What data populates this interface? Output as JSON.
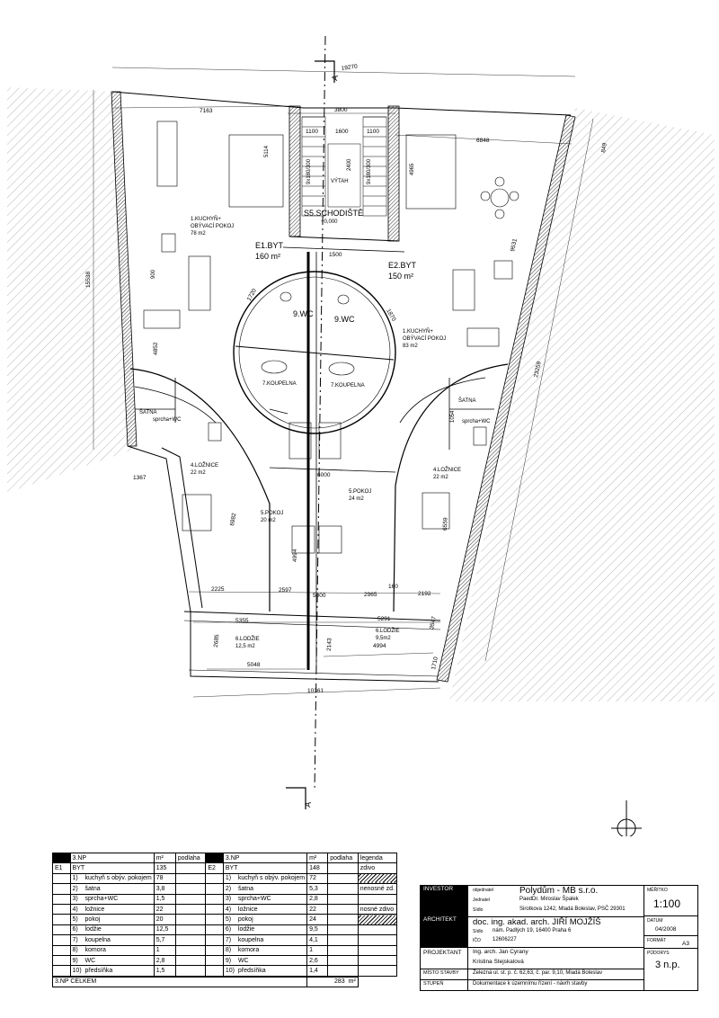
{
  "plan": {
    "section_letter": "A",
    "apartments": [
      {
        "label": "E1.BYT",
        "area": "160 m²"
      },
      {
        "label": "E2.BYT",
        "area": "150 m²"
      }
    ],
    "rooms": {
      "living1": [
        "1.KUCHYŇ+",
        "OBÝVACÍ POKOJ",
        "78 m2"
      ],
      "living2": [
        "1.KUCHYŇ+",
        "OBÝVACÍ POKOJ",
        "83 m2"
      ],
      "stair": "S5.SCHODIŠTĚ",
      "stair_level": "+0,000",
      "lift": "VÝTAH",
      "wc1": "9.WC",
      "wc2": "9.WC",
      "bath1": "7.KOUPELNA",
      "bath2": "7.KOUPELNA",
      "satna1": "ŠATNA",
      "satna2": "ŠATNA",
      "sprcha1": "sprcha+WC",
      "sprcha2": "sprcha+WC",
      "bed1": [
        "4.LOŽNICE",
        "22 m2"
      ],
      "bed2": [
        "4.LOŽNICE",
        "22 m2"
      ],
      "room1": [
        "5.POKOJ",
        "20 m2"
      ],
      "room2": [
        "5.POKOJ",
        "24 m2"
      ],
      "loggia1": [
        "6.LODŽIE",
        "12,5 m2"
      ],
      "loggia2": [
        "6.LODŽIE",
        "9,5m2"
      ]
    },
    "dims": {
      "top": "19270",
      "d7163": "7163",
      "d3800": "3800",
      "d6848": "6848",
      "d849": "849",
      "d1100a": "1100",
      "d1600": "1600",
      "d1100b": "1100",
      "d15538": "15538",
      "d23259": "23259",
      "d9531": "9531",
      "d4852": "4852",
      "d1367": "1367",
      "d6982": "6982",
      "d6559": "6559",
      "d2225": "2225",
      "d2597": "2597",
      "d5000": "5000",
      "d2965": "2965",
      "d2192": "2192",
      "d160": "160",
      "d5355": "5355",
      "d5291": "5291",
      "d2685": "2685",
      "d2143": "2143",
      "d4994": "4994",
      "d5048": "5048",
      "d1710": "1710",
      "d3547": "3547",
      "d10361": "10361",
      "d6000": "6000",
      "d4994v": "4994",
      "d1500": "1500",
      "d1720": "1720",
      "d1870": "1870",
      "stairL": "9x180/300",
      "stairR": "9x180/300",
      "d2400": "2400",
      "d5114": "5114",
      "d4965": "4965",
      "d900": "900",
      "d1054": "1054"
    }
  },
  "area_table": {
    "floor": "3.NP",
    "unit": "m²",
    "podlaha": "podlaha",
    "legend": "legenda",
    "legend_items": [
      "zdivo",
      "nenosné zd.",
      "nosné zdivo"
    ],
    "left": {
      "code": "E1",
      "byt": "BYT",
      "total": "135",
      "rows": [
        {
          "no": "1)",
          "name": "kuchyň s obýv. pokojem",
          "area": "78"
        },
        {
          "no": "2)",
          "name": "šatna",
          "area": "3,8"
        },
        {
          "no": "3)",
          "name": "sprcha+WC",
          "area": "1,5"
        },
        {
          "no": "4)",
          "name": "ložnice",
          "area": "22"
        },
        {
          "no": "5)",
          "name": "pokoj",
          "area": "20"
        },
        {
          "no": "6)",
          "name": "lodžie",
          "area": "12,5"
        },
        {
          "no": "7)",
          "name": "koupelna",
          "area": "5,7"
        },
        {
          "no": "8)",
          "name": "komora",
          "area": "1"
        },
        {
          "no": "9)",
          "name": "WC",
          "area": "2,8"
        },
        {
          "no": "10)",
          "name": "předsíňka",
          "area": "1,5"
        }
      ]
    },
    "right": {
      "code": "E2",
      "byt": "BYT",
      "total": "148",
      "rows": [
        {
          "no": "1)",
          "name": "kuchyň s obýv. pokojem",
          "area": "72"
        },
        {
          "no": "2)",
          "name": "šatna",
          "area": "5,3"
        },
        {
          "no": "3)",
          "name": "sprcha+WC",
          "area": "2,8"
        },
        {
          "no": "4)",
          "name": "ložnice",
          "area": "22"
        },
        {
          "no": "5)",
          "name": "pokoj",
          "area": "24"
        },
        {
          "no": "6)",
          "name": "lodžie",
          "area": "9,5"
        },
        {
          "no": "7)",
          "name": "koupelna",
          "area": "4,1"
        },
        {
          "no": "8)",
          "name": "komora",
          "area": "1"
        },
        {
          "no": "9)",
          "name": "WC",
          "area": "2,6"
        },
        {
          "no": "10)",
          "name": "předsíňka",
          "area": "1,4"
        }
      ]
    },
    "total_label": "3.NP  CELKEM",
    "total_value": "283"
  },
  "title_block": {
    "investor_label": "INVESTOR",
    "objednatel_label": "objednatel",
    "objednatel": "Polydům - MB s.r.o.",
    "jednatel_label": "Jednatel",
    "jednatel": "PaedDr. Miroslav Špalek",
    "sidlo1_label": "Sídlo",
    "sidlo1": "Sirotkova 1242, Mladá Boleslav, PSČ 29301",
    "architekt_label": "ARCHITEKT",
    "architekt": "doc. ing. akad. arch. JIŘÍ MOJŽÍŠ",
    "sidlo2_label": "Sídlo",
    "sidlo2": "nám. Padlých 19, 16400 Praha 6",
    "ico_label": "IČO",
    "ico": "12606227",
    "projektant_label": "PROJEKTANT",
    "projektant1": "Ing. arch. Jan Cyrany",
    "projektant2": "Kristina Stejskalová",
    "misto_label": "MÍSTO STAVBY",
    "misto": "Železná ul. st. p. č. 62,63, č. par. 9,10, Mladá Boleslav",
    "stupen_label": "STUPEŇ",
    "stupen": "Dokumentace k územnímu řízení - návrh stavby",
    "meritko_label": "MĚŘÍTKO",
    "meritko": "1:100",
    "datum_label": "DATUM",
    "datum": "04/2008",
    "format_label": "FORMÁT",
    "format": "A3",
    "podorys_label": "PŮDORYS",
    "podorys": "3 n.p."
  }
}
